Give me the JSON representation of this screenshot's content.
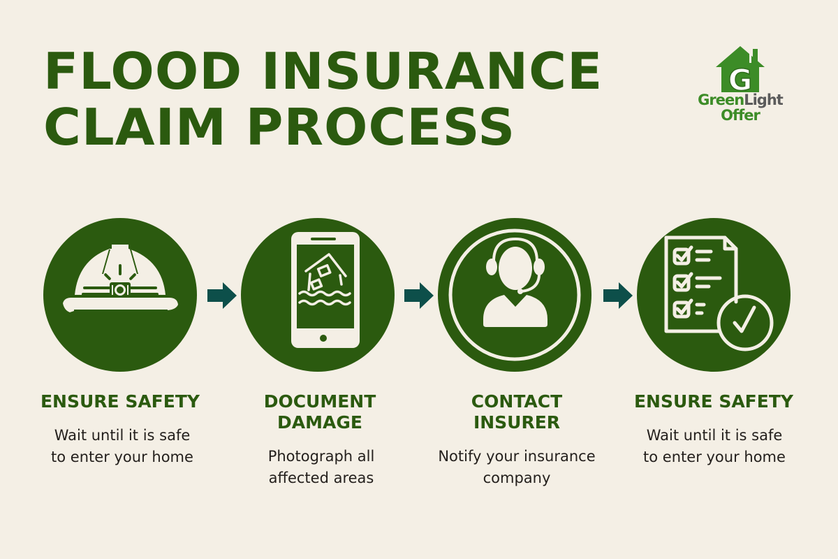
{
  "title": {
    "line1": "FLOOD INSURANCE",
    "line2": "CLAIM PROCESS"
  },
  "logo": {
    "letter": "G",
    "word_green": "Green",
    "word_gray": "Light",
    "line2": "Offer",
    "icon": "house-icon"
  },
  "colors": {
    "background": "#f4efe5",
    "primary_green": "#2b5a0f",
    "arrow_teal": "#0d4f4a",
    "logo_green": "#3c8c27",
    "logo_gray": "#5b5b5b",
    "text_dark": "#231f1c",
    "icon_cream": "#f4efe5"
  },
  "steps": [
    {
      "icon": "hard-hat-icon",
      "title": "ENSURE SAFETY",
      "description_lines": [
        "Wait until it is safe",
        "to enter your home"
      ]
    },
    {
      "icon": "phone-flooded-house-icon",
      "title_lines": [
        "DOCUMENT",
        "DAMAGE"
      ],
      "description_lines": [
        "Photograph all",
        "affected areas"
      ]
    },
    {
      "icon": "support-agent-headset-icon",
      "title_lines": [
        "CONTACT",
        "INSURER"
      ],
      "description_lines": [
        "Notify your insurance",
        "company"
      ]
    },
    {
      "icon": "checklist-icon",
      "title": "ENSURE SAFETY",
      "description_lines": [
        "Wait until it is safe",
        "to enter your home"
      ]
    }
  ],
  "arrows": [
    "arrow-right-icon",
    "arrow-right-icon",
    "arrow-right-icon"
  ]
}
